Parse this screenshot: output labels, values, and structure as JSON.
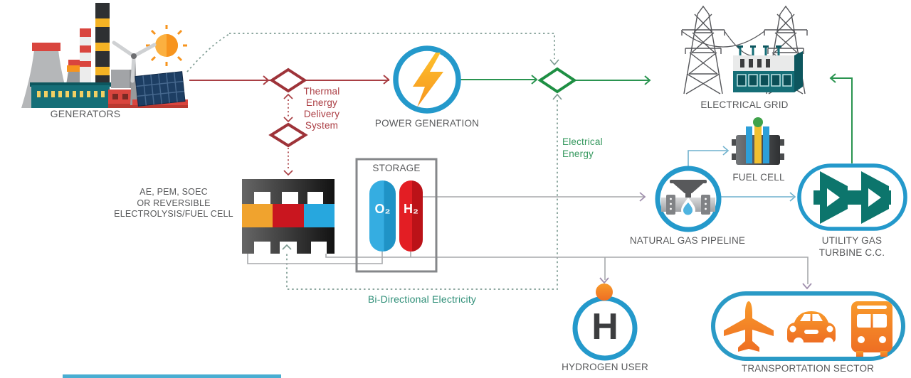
{
  "diagram": {
    "nodes": {
      "generators": {
        "label": "GENERATORS"
      },
      "thermal_delivery": {
        "label": "Thermal\nEnergy\nDelivery\nSystem"
      },
      "power_generation": {
        "label": "POWER GENERATION"
      },
      "electrical_grid": {
        "label": "ELECTRICAL GRID"
      },
      "electrolysis": {
        "label": "AE, PEM, SOEC\nOR REVERSIBLE\nELECTROLYSIS/FUEL CELL"
      },
      "storage": {
        "label": "STORAGE",
        "oxygen_tank": "O₂",
        "hydrogen_tank": "H₂"
      },
      "fuel_cell": {
        "label": "FUEL CELL"
      },
      "natural_gas_pipeline": {
        "label": "NATURAL GAS PIPELINE"
      },
      "utility_gas_turbine": {
        "label": "UTILITY GAS\nTURBINE C.C."
      },
      "hydrogen_user": {
        "label": "HYDROGEN USER",
        "symbol": "H"
      },
      "transportation_sector": {
        "label": "TRANSPORTATION SECTOR"
      }
    },
    "flows": {
      "electrical_energy": {
        "label": "Electrical\nEnergy"
      },
      "bidirectional_electricity": {
        "label": "Bi-Directional Electricity"
      }
    },
    "colors": {
      "accent_blue": "#2499cb",
      "thermal_red": "#a93f44",
      "electric_green": "#2a9450",
      "bidirectional_teal": "#2f8f78",
      "hydrogen_line_gray": "#a7a9ac",
      "orange": "#f7941e",
      "turbine_teal": "#0c756c"
    }
  }
}
